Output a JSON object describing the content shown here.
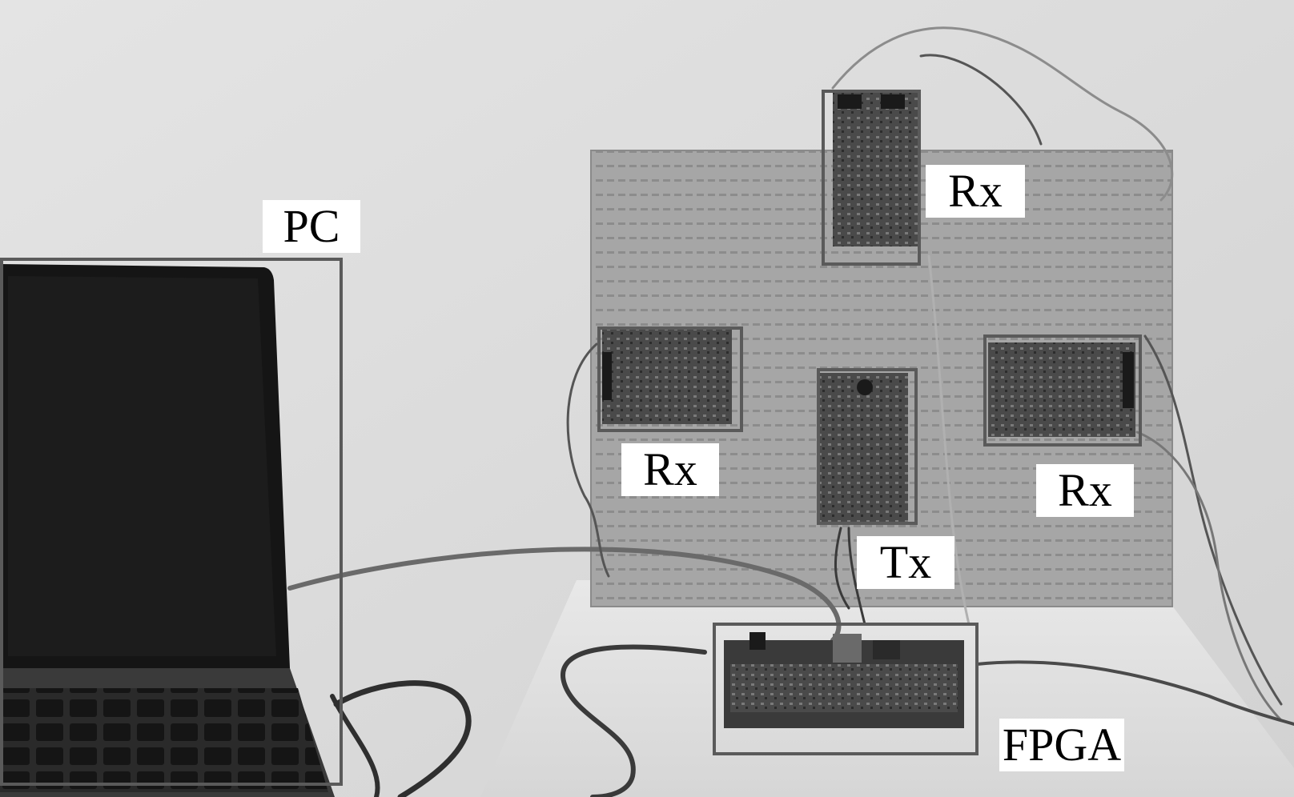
{
  "labels": {
    "pc": "PC",
    "rx_top": "Rx",
    "rx_left": "Rx",
    "rx_right": "Rx",
    "tx": "Tx",
    "fpga": "FPGA"
  },
  "colors": {
    "wall": "#dcdcdc",
    "pegboard": "#a8a8a8",
    "box_outline": "#5a5a5a",
    "label_bg": "#ffffff",
    "label_text": "#000000"
  }
}
